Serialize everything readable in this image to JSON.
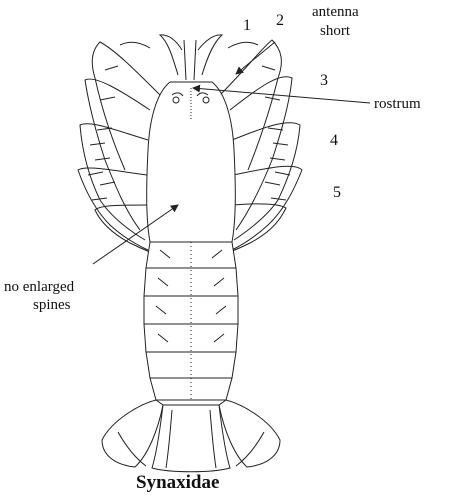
{
  "figure": {
    "caption": "Synaxidae",
    "labels": {
      "antenna_short": [
        "antenna",
        "short"
      ],
      "rostrum": "rostrum",
      "no_enlarged_spines": [
        "no enlarged",
        "spines"
      ]
    },
    "leg_numbers": [
      "1",
      "2",
      "3",
      "4",
      "5"
    ]
  }
}
